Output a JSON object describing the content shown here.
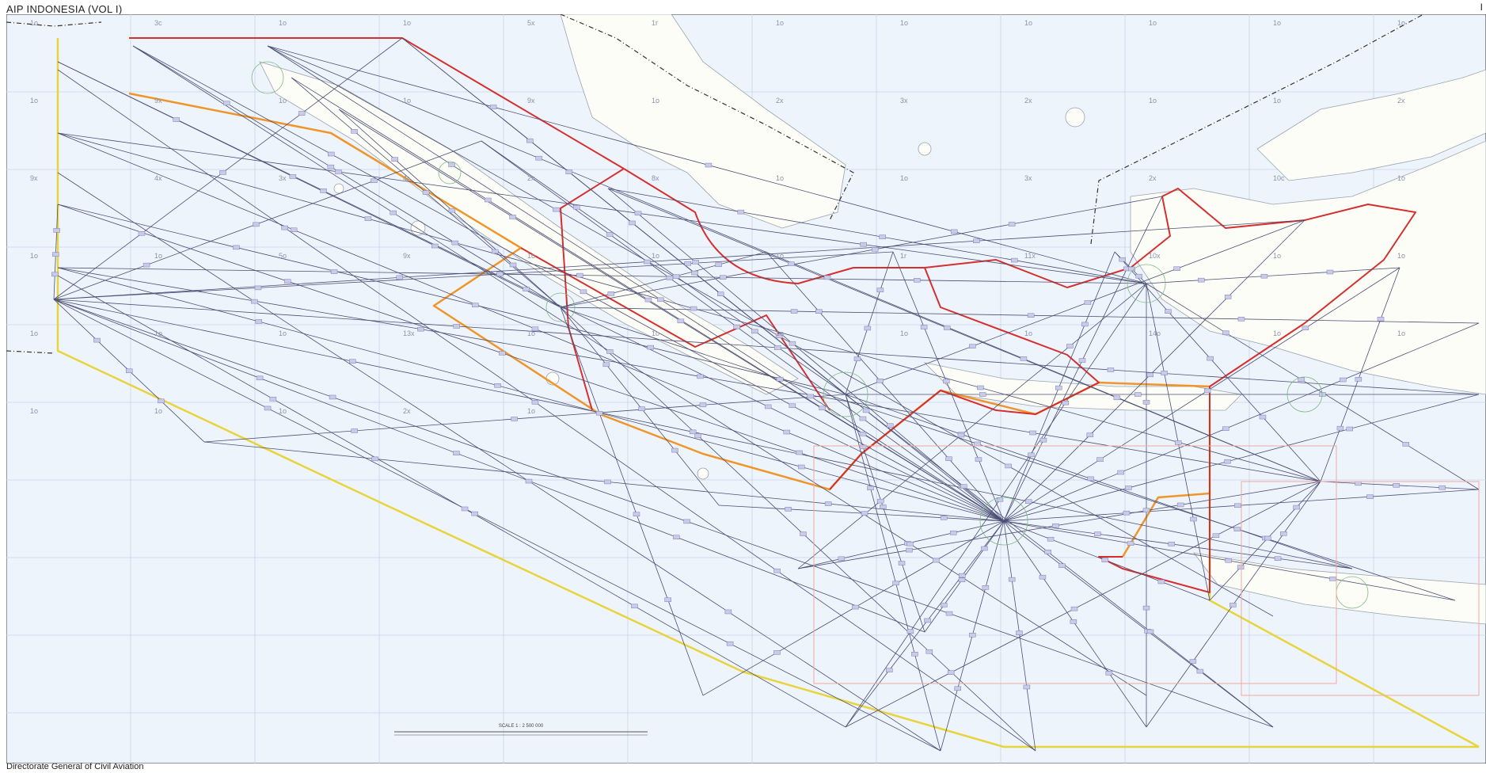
{
  "header": {
    "title": "AIP INDONESIA (VOL I)",
    "page_ref": "I"
  },
  "footer": {
    "authority": "Directorate General of Civil Aviation"
  },
  "scale": {
    "label": "SCALE 1 : 2 500 000"
  },
  "colors": {
    "sea": "#eef4fc",
    "land": "#fdfdf7",
    "grid": "#b8c8dc",
    "fir_boundary": "#d62f2f",
    "yellow_boundary": "#e8d43c",
    "orange_boundary": "#f0952a",
    "route": "#4c4f74",
    "waypoint": "#8a8fc4"
  },
  "map": {
    "grid_labels": [
      "1o",
      "3c",
      "1o",
      "1o",
      "5x",
      "1r",
      "1o",
      "1o",
      "1o",
      "1o",
      "1o",
      "1o",
      "1o",
      "9x",
      "1o",
      "1o",
      "9x",
      "1o",
      "2x",
      "3x",
      "2x",
      "1o",
      "1o",
      "2x",
      "9x",
      "4x",
      "3x",
      "4r",
      "2x",
      "8x",
      "1o",
      "1o",
      "3x",
      "2x",
      "10c",
      "1o",
      "1o",
      "1o",
      "5o",
      "9x",
      "1o",
      "1o",
      "1o",
      "1r",
      "11x",
      "10x",
      "1o",
      "1o",
      "1o",
      "1o",
      "1o",
      "13x",
      "1o",
      "1o",
      "1o",
      "1o",
      "1o",
      "14o",
      "1o",
      "1o",
      "1o",
      "1o",
      "1o",
      "2x",
      "1o"
    ]
  }
}
